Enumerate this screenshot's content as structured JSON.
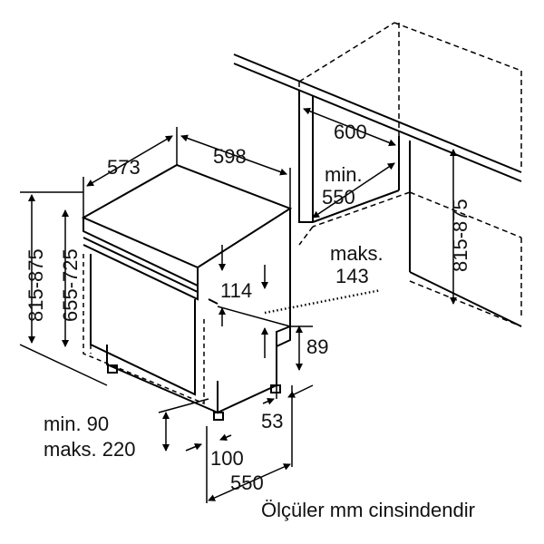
{
  "dimensions": {
    "depth_top": "573",
    "width_top": "598",
    "niche_width": "600",
    "niche_depth_min_label": "min.",
    "niche_depth_min_value": "550",
    "niche_height": "815-875",
    "height_range_outer": "815-875",
    "height_range_inner": "655-725",
    "panel_offset": "114",
    "panel_max_label": "maks.",
    "panel_max_value": "143",
    "plinth_height": "89",
    "foot_offset": "53",
    "door_min_label": "min. 90",
    "door_max_label": "maks. 220",
    "plinth_depth": "100",
    "base_depth": "550"
  },
  "caption": "Ölçüler mm cinsindendir"
}
